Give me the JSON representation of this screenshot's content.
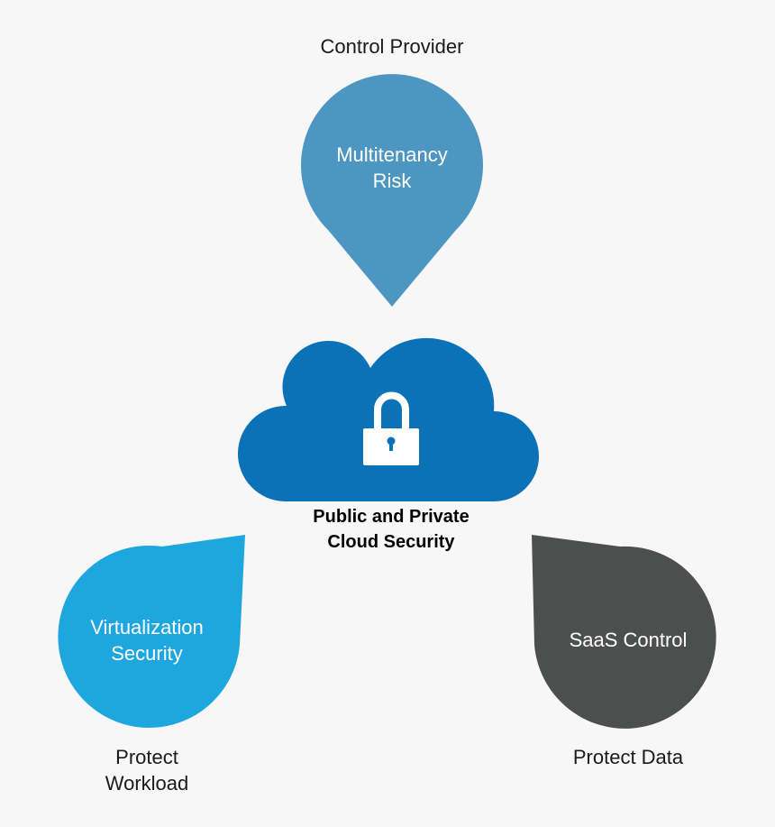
{
  "colors": {
    "background": "#f7f7f7",
    "multitenancy": "#4d96c1",
    "virtualization": "#1ea6de",
    "saas": "#4d4f4f",
    "cloud": "#0c72b8",
    "lock": "#ffffff"
  },
  "center": {
    "icon": "cloud-lock-icon",
    "title_line1": "Public and Private",
    "title_line2": "Cloud Security"
  },
  "nodes": {
    "top": {
      "outer_label": "Control Provider",
      "inner_line1": "Multitenancy",
      "inner_line2": "Risk"
    },
    "left": {
      "inner_line1": "Virtualization",
      "inner_line2": "Security",
      "outer_line1": "Protect",
      "outer_line2": "Workload"
    },
    "right": {
      "inner_label": "SaaS Control",
      "outer_label": "Protect Data"
    }
  }
}
